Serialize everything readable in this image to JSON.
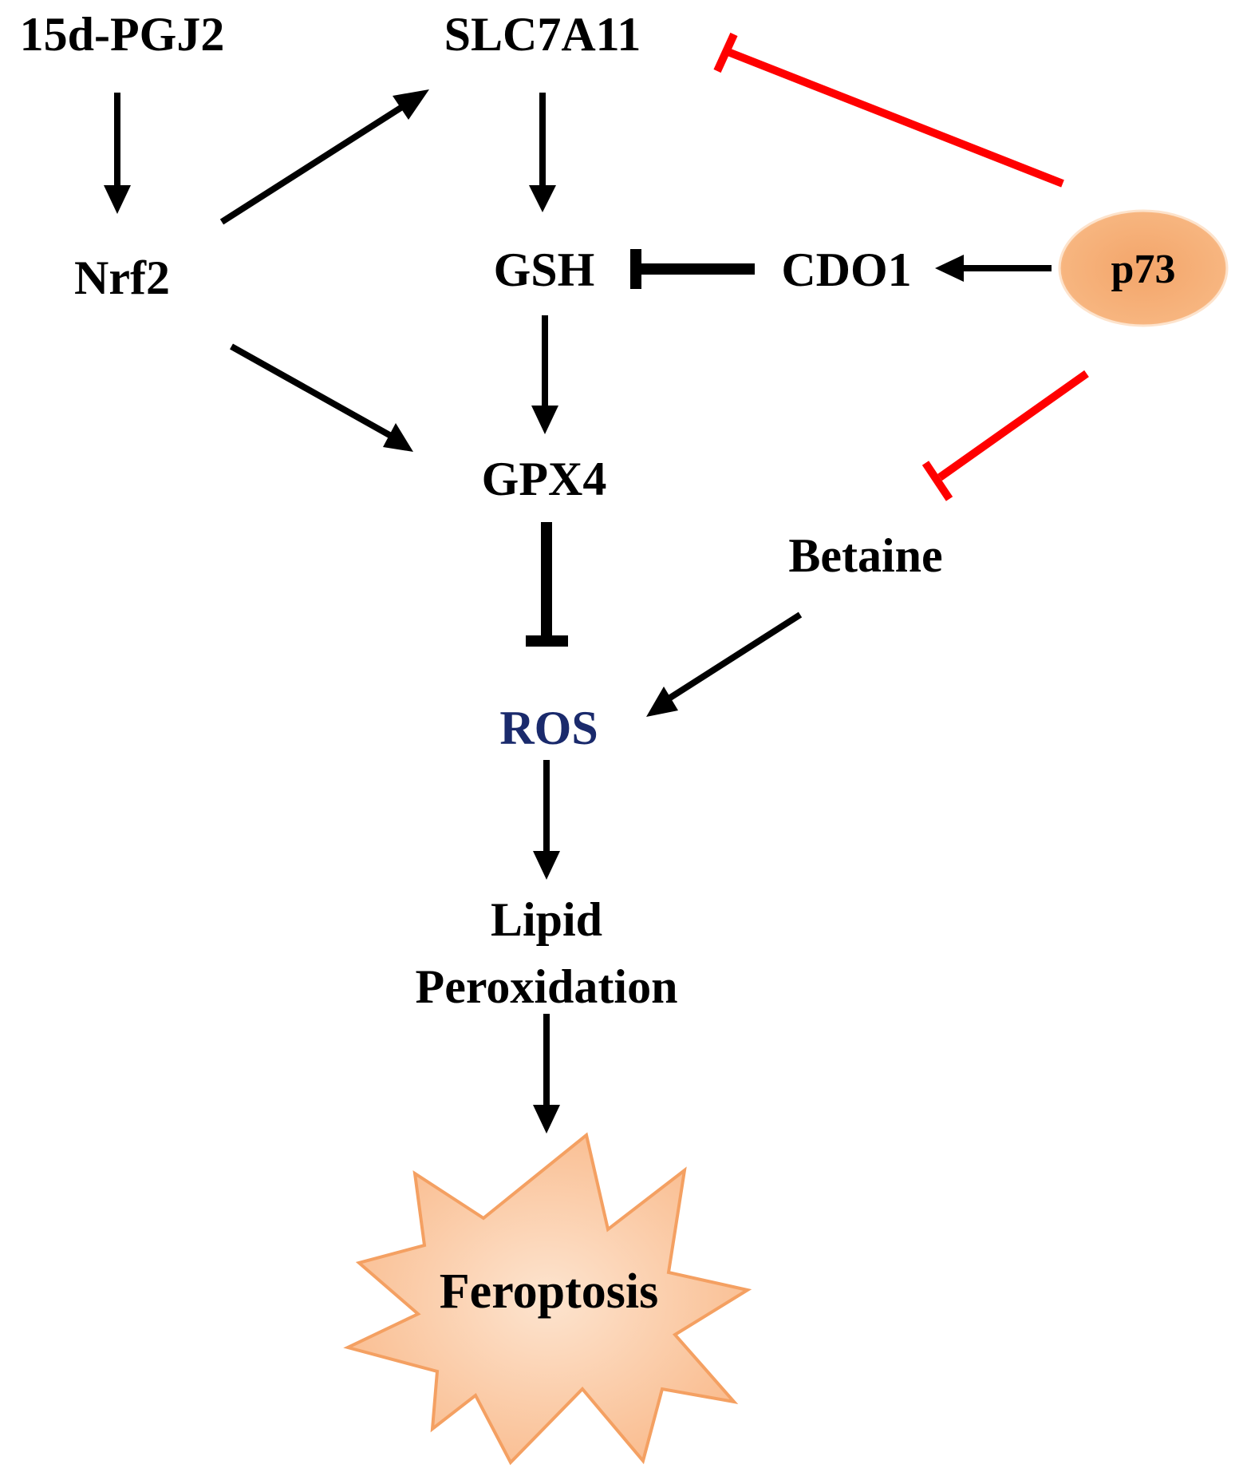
{
  "diagram": {
    "nodes": {
      "pgj2": {
        "label": "15d-PGJ2"
      },
      "slc7a11": {
        "label": "SLC7A11"
      },
      "nrf2": {
        "label": "Nrf2"
      },
      "gsh": {
        "label": "GSH"
      },
      "cdo1": {
        "label": "CDO1"
      },
      "p73": {
        "label": "p73"
      },
      "gpx4": {
        "label": "GPX4"
      },
      "betaine": {
        "label": "Betaine"
      },
      "ros": {
        "label": "ROS"
      },
      "lipid": {
        "line1": "Lipid",
        "line2": "Peroxidation"
      },
      "ferroptosis": {
        "label": "Feroptosis"
      }
    },
    "edges": [
      {
        "from": "15d-PGJ2",
        "to": "Nrf2",
        "type": "activation"
      },
      {
        "from": "Nrf2",
        "to": "SLC7A11",
        "type": "activation"
      },
      {
        "from": "Nrf2",
        "to": "GPX4",
        "type": "activation"
      },
      {
        "from": "SLC7A11",
        "to": "GSH",
        "type": "activation"
      },
      {
        "from": "GSH",
        "to": "GPX4",
        "type": "activation"
      },
      {
        "from": "CDO1",
        "to": "GSH",
        "type": "inhibition"
      },
      {
        "from": "p73",
        "to": "CDO1",
        "type": "activation"
      },
      {
        "from": "p73",
        "to": "SLC7A11",
        "type": "inhibition"
      },
      {
        "from": "p73",
        "to": "Betaine",
        "type": "inhibition"
      },
      {
        "from": "GPX4",
        "to": "ROS",
        "type": "inhibition"
      },
      {
        "from": "Betaine",
        "to": "ROS",
        "type": "activation"
      },
      {
        "from": "ROS",
        "to": "Lipid Peroxidation",
        "type": "activation"
      },
      {
        "from": "Lipid Peroxidation",
        "to": "Feroptosis",
        "type": "activation"
      }
    ],
    "colors": {
      "text": "#000000",
      "ros_text": "#1a2a6c",
      "activation_edge": "#000000",
      "inhibition_edge_black": "#000000",
      "inhibition_edge_red": "#ff0000",
      "p73_fill": "#f7b57f",
      "ferroptosis_fill": "#fbc9a0",
      "ferroptosis_stroke": "#f4a062"
    }
  }
}
